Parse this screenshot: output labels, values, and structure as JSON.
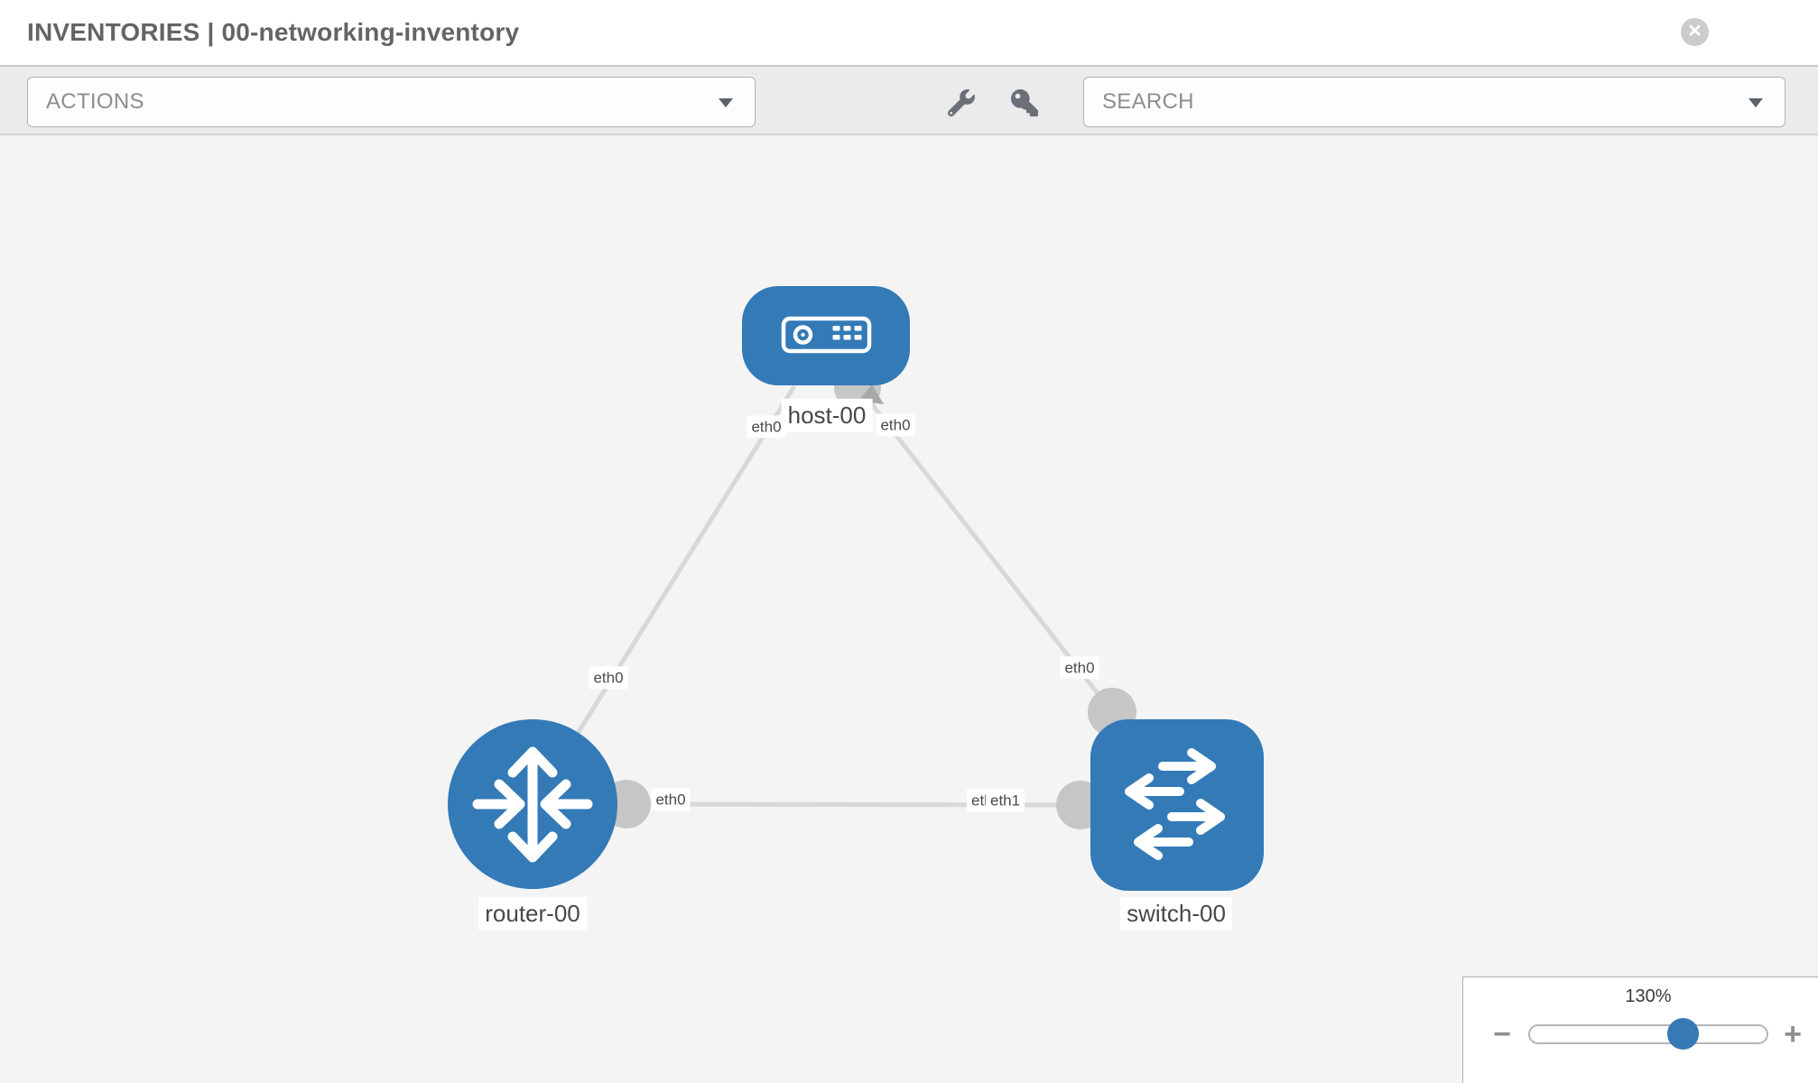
{
  "window": {
    "title": "INVENTORIES | 00-networking-inventory"
  },
  "toolbar": {
    "actions": {
      "label": "ACTIONS"
    },
    "search": {
      "placeholder": "SEARCH"
    },
    "icons": [
      "wrench-icon",
      "key-icon",
      "chevron-down-icon",
      "close-icon"
    ]
  },
  "diagram": {
    "nodes": [
      {
        "id": "host-00",
        "type": "host",
        "label": "host-00"
      },
      {
        "id": "router-00",
        "type": "router",
        "label": "router-00"
      },
      {
        "id": "switch-00",
        "type": "switch",
        "label": "switch-00"
      }
    ],
    "links": [
      {
        "from": "router-00",
        "to": "host-00"
      },
      {
        "from": "switch-00",
        "to": "host-00"
      },
      {
        "from": "router-00",
        "to": "switch-00"
      }
    ],
    "interfaces": {
      "host_left": "eth0",
      "host_right": "eth0",
      "router_top": "eth0",
      "router_link": "eth0",
      "switch_top": "eth0",
      "switch_link_hidden": "eth0",
      "switch_link": "eth1"
    }
  },
  "zoom_control": {
    "level": "130%",
    "zoom_out": "−",
    "zoom_in": "+"
  },
  "colors": {
    "node_blue": "#337ab7",
    "link_gray": "#d8d8d8",
    "connector_gray": "#c6c6c6",
    "canvas_bg": "#f4f4f4",
    "toolbar_bg": "#ebebeb"
  }
}
